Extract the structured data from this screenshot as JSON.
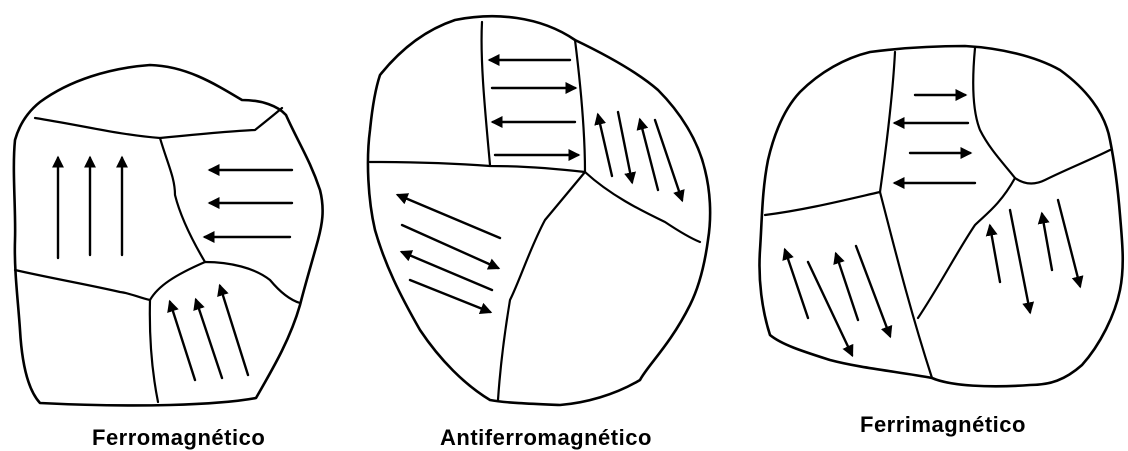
{
  "figure": {
    "panels": [
      {
        "id": "ferro",
        "label": "Ferromagnético"
      },
      {
        "id": "antiferro",
        "label": "Antiferromagnético"
      },
      {
        "id": "ferri",
        "label": "Ferrimagnético"
      }
    ]
  }
}
